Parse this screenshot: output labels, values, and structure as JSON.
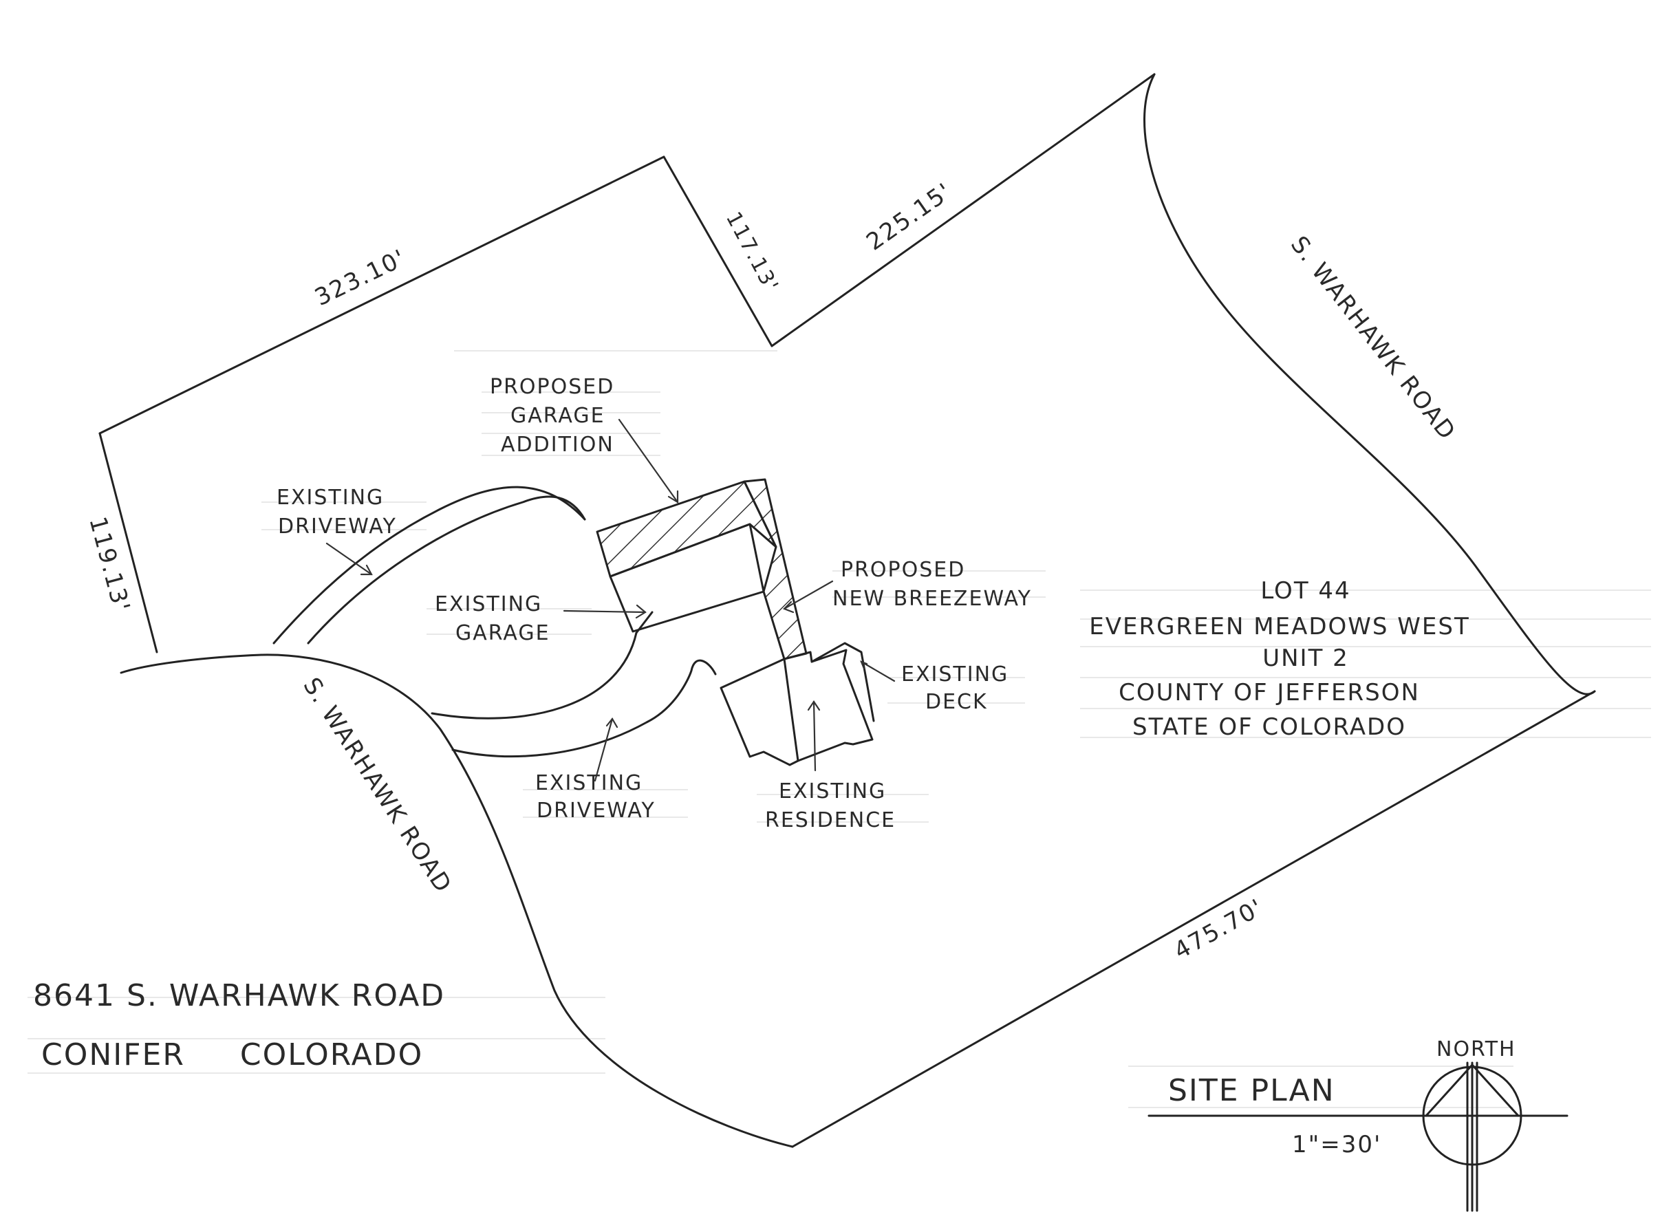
{
  "dimensions": {
    "north_line": "323.10'",
    "northeast_jog": "117.13'",
    "northeast_line": "225.15'",
    "west_line": "119.13'",
    "southeast_line": "475.70'"
  },
  "roads": {
    "east": "S. WARHAWK ROAD",
    "west": "S. WARHAWK ROAD"
  },
  "labels": {
    "proposed_garage_line1": "PROPOSED",
    "proposed_garage_line2": "GARAGE",
    "proposed_garage_line3": "ADDITION",
    "existing_driveway_upper_line1": "EXISTING",
    "existing_driveway_upper_line2": "DRIVEWAY",
    "existing_garage_line1": "EXISTING",
    "existing_garage_line2": "GARAGE",
    "breezeway_line1": "PROPOSED",
    "breezeway_line2": "NEW BREEZEWAY",
    "existing_deck_line1": "EXISTING",
    "existing_deck_line2": "DECK",
    "existing_driveway_lower_line1": "EXISTING",
    "existing_driveway_lower_line2": "DRIVEWAY",
    "existing_residence_line1": "EXISTING",
    "existing_residence_line2": "RESIDENCE"
  },
  "lot_info": {
    "line1": "LOT 44",
    "line2": "EVERGREEN MEADOWS WEST",
    "line3": "UNIT 2",
    "line4": "COUNTY OF JEFFERSON",
    "line5": "STATE OF COLORADO"
  },
  "address": {
    "line1": "8641 S. WARHAWK ROAD",
    "line2": "CONIFER     COLORADO"
  },
  "title_block": {
    "title": "SITE PLAN",
    "scale": "1\"=30'",
    "north": "NORTH"
  }
}
